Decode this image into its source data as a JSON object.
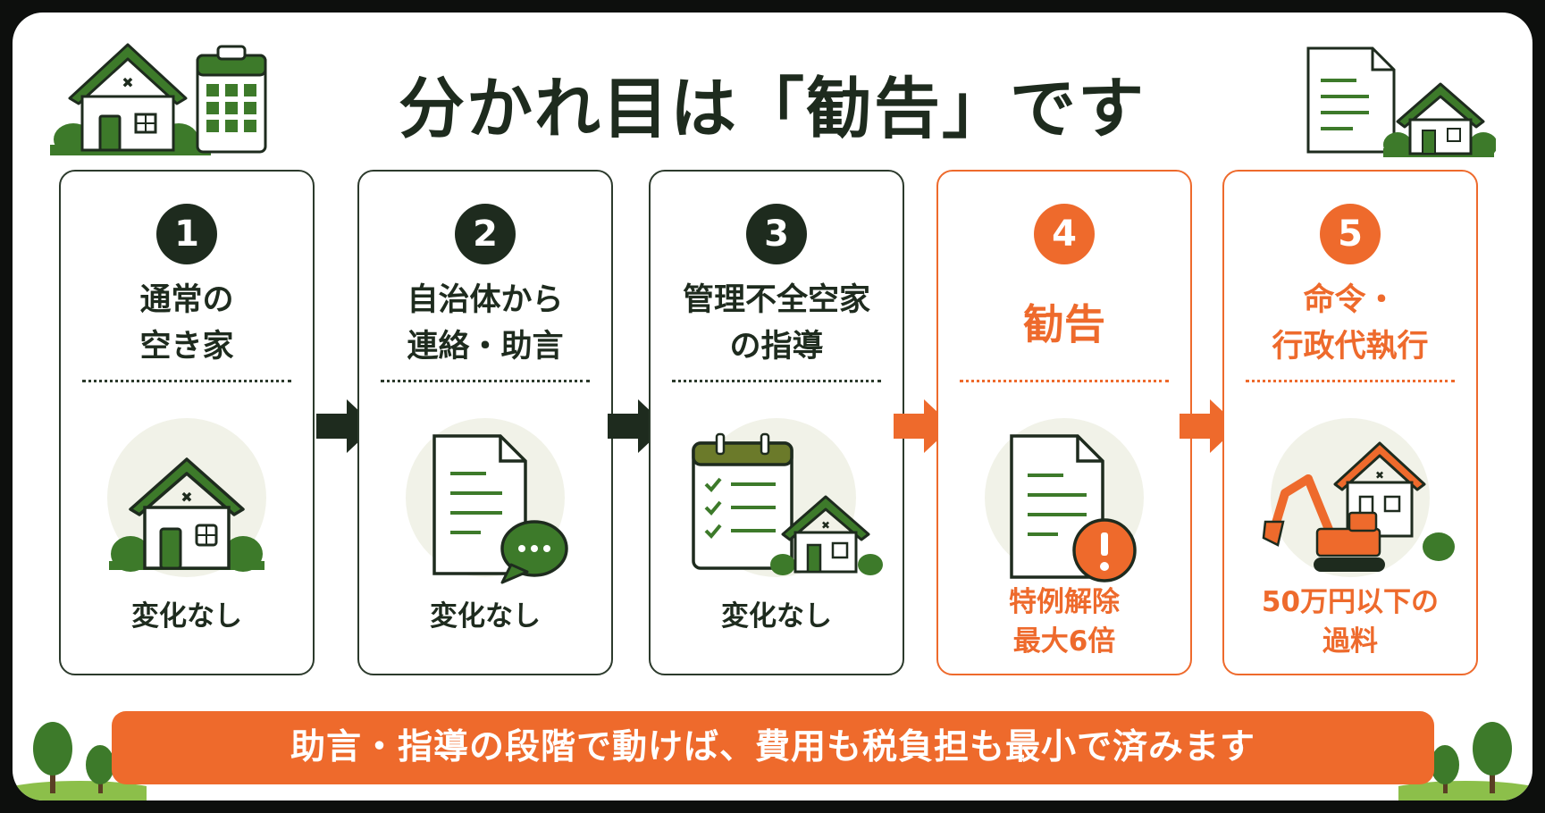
{
  "title": "分かれ目は「勧告」です",
  "colors": {
    "dark": "#1e2b1e",
    "green": "#3d7a2a",
    "orange": "#ee6a2c",
    "paper": "#f1f2e8"
  },
  "steps": [
    {
      "number": "1",
      "title_lines": [
        "通常の",
        "空き家"
      ],
      "bottom_lines": [
        "変化なし"
      ],
      "icon": "house-icon",
      "highlight": false
    },
    {
      "number": "2",
      "title_lines": [
        "自治体から",
        "連絡・助言"
      ],
      "bottom_lines": [
        "変化なし"
      ],
      "icon": "document-chat-icon",
      "highlight": false
    },
    {
      "number": "3",
      "title_lines": [
        "管理不全空家",
        "の指導"
      ],
      "bottom_lines": [
        "変化なし"
      ],
      "icon": "checklist-house-icon",
      "highlight": false
    },
    {
      "number": "4",
      "title_lines": [
        "勧告"
      ],
      "bottom_lines": [
        "特例解除",
        "最大6倍"
      ],
      "icon": "document-warning-icon",
      "highlight": true
    },
    {
      "number": "5",
      "title_lines": [
        "命令・",
        "行政代執行"
      ],
      "bottom_lines": [
        "50万円以下の",
        "過料"
      ],
      "icon": "excavator-house-icon",
      "highlight": true
    }
  ],
  "banner": "助言・指導の段階で動けば、費用も税負担も最小で済みます"
}
